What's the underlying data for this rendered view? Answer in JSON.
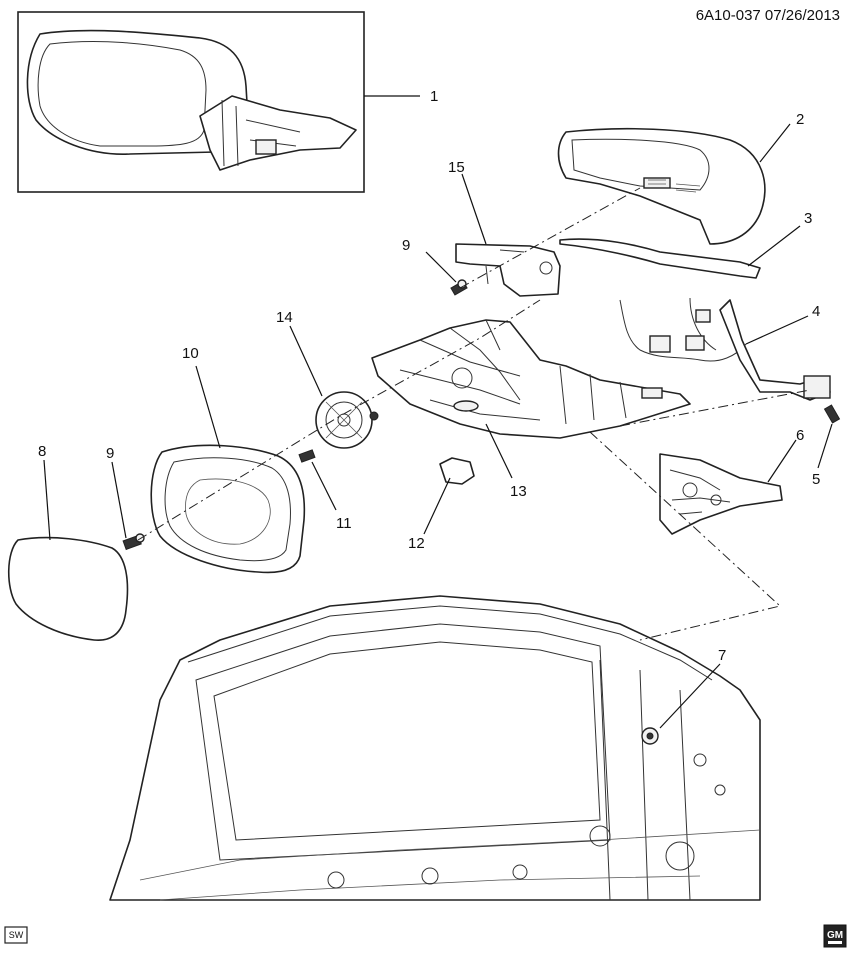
{
  "drawing_ref": "6A10-037  07/26/2013",
  "callouts": [
    {
      "id": "callout-1",
      "label": "1"
    },
    {
      "id": "callout-2",
      "label": "2"
    },
    {
      "id": "callout-3",
      "label": "3"
    },
    {
      "id": "callout-4",
      "label": "4"
    },
    {
      "id": "callout-5",
      "label": "5"
    },
    {
      "id": "callout-6",
      "label": "6"
    },
    {
      "id": "callout-7",
      "label": "7"
    },
    {
      "id": "callout-8",
      "label": "8"
    },
    {
      "id": "callout-9a",
      "label": "9"
    },
    {
      "id": "callout-9b",
      "label": "9"
    },
    {
      "id": "callout-10",
      "label": "10"
    },
    {
      "id": "callout-11",
      "label": "11"
    },
    {
      "id": "callout-12",
      "label": "12"
    },
    {
      "id": "callout-13",
      "label": "13"
    },
    {
      "id": "callout-14",
      "label": "14"
    },
    {
      "id": "callout-15",
      "label": "15"
    }
  ],
  "badges": {
    "sw": "SW",
    "gm": "GM"
  },
  "colors": {
    "line": "#222222",
    "background": "#ffffff"
  }
}
